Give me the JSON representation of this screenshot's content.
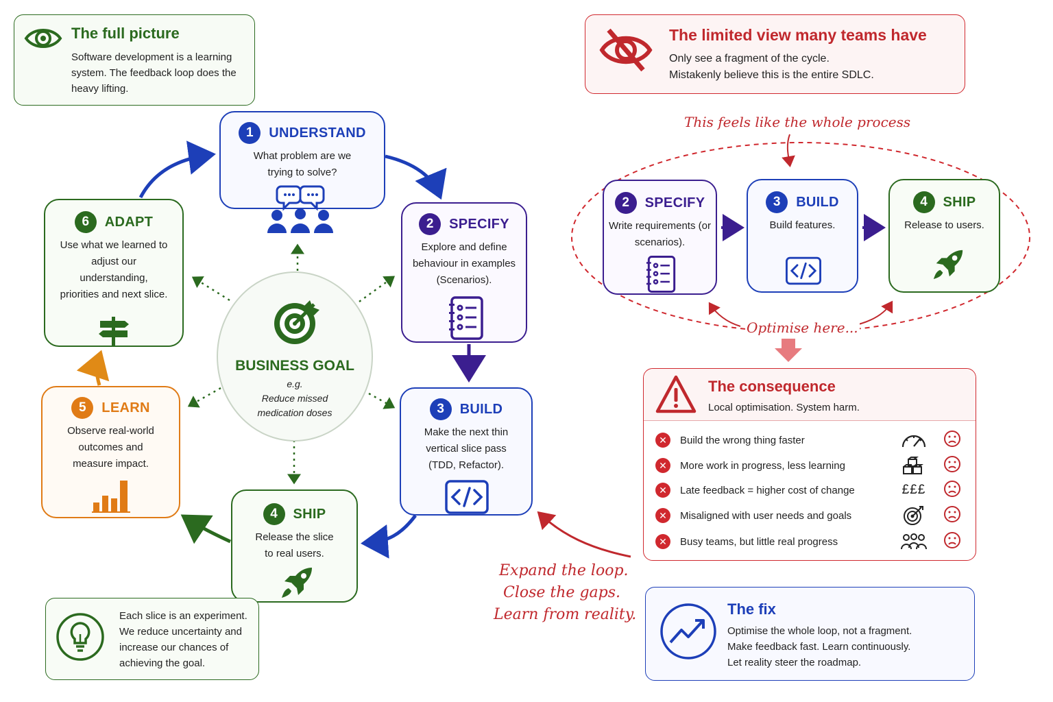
{
  "full_picture": {
    "title": "The full picture",
    "text": "Software development is a learning system. The feedback loop does the heavy lifting."
  },
  "limited_view": {
    "title": "The limited view many teams have",
    "line1": "Only see a fragment of the cycle.",
    "line2": "Mistakenly believe this is the entire SDLC."
  },
  "cycle": {
    "goal": {
      "title": "BUSINESS GOAL",
      "eg": "e.g.",
      "example_line1": "Reduce missed",
      "example_line2": "medication doses"
    },
    "steps": [
      {
        "num": "1",
        "title": "UNDERSTAND",
        "text": "What problem are we trying to solve?",
        "color": "#1d3fb8"
      },
      {
        "num": "2",
        "title": "SPECIFY",
        "text": "Explore and define behaviour in examples (Scenarios).",
        "color": "#3b1e8f"
      },
      {
        "num": "3",
        "title": "BUILD",
        "text": "Make the next thin vertical slice pass (TDD, Refactor).",
        "color": "#1d3fb8"
      },
      {
        "num": "4",
        "title": "SHIP",
        "text": "Release the slice to real users.",
        "color": "#2b6a1f"
      },
      {
        "num": "5",
        "title": "LEARN",
        "text": "Observe real-world outcomes and measure impact.",
        "color": "#e07b16"
      },
      {
        "num": "6",
        "title": "ADAPT",
        "text": "Use what we learned to adjust our understanding, priorities and next slice.",
        "color": "#2b6a1f"
      }
    ]
  },
  "experiment": {
    "text": "Each slice is an experiment. We reduce uncertainty and increase our chances of achieving the goal."
  },
  "fragment": {
    "annotation_top": "This feels like the whole process",
    "annotation_bottom": "Optimise here...",
    "steps": [
      {
        "num": "2",
        "title": "SPECIFY",
        "text": "Write requirements (or scenarios)."
      },
      {
        "num": "3",
        "title": "BUILD",
        "text": "Build features."
      },
      {
        "num": "4",
        "title": "SHIP",
        "text": "Release to users."
      }
    ]
  },
  "consequence": {
    "title": "The consequence",
    "subtitle": "Local optimisation. System harm.",
    "items": [
      {
        "text": "Build the wrong thing faster",
        "icon": "speedometer-icon"
      },
      {
        "text": "More work in progress, less learning",
        "icon": "stacked-boxes-icon"
      },
      {
        "text": "Late feedback = higher cost of change",
        "icon": "pounds-icon",
        "icon_text": "£££"
      },
      {
        "text": "Misaligned with user needs and goals",
        "icon": "target-icon"
      },
      {
        "text": "Busy teams, but little real progress",
        "icon": "people-icon"
      }
    ]
  },
  "expand_note": {
    "line1": "Expand the loop.",
    "line2": "Close the gaps.",
    "line3": "Learn from reality."
  },
  "fix": {
    "title": "The fix",
    "line1": "Optimise the whole loop, not a fragment.",
    "line2": "Make feedback fast. Learn continuously.",
    "line3": "Let reality steer the roadmap."
  },
  "colors": {
    "green": "#2b6a1f",
    "blue": "#1d3fb8",
    "purple": "#3b1e8f",
    "orange": "#e07b16",
    "red": "#c0282d"
  }
}
